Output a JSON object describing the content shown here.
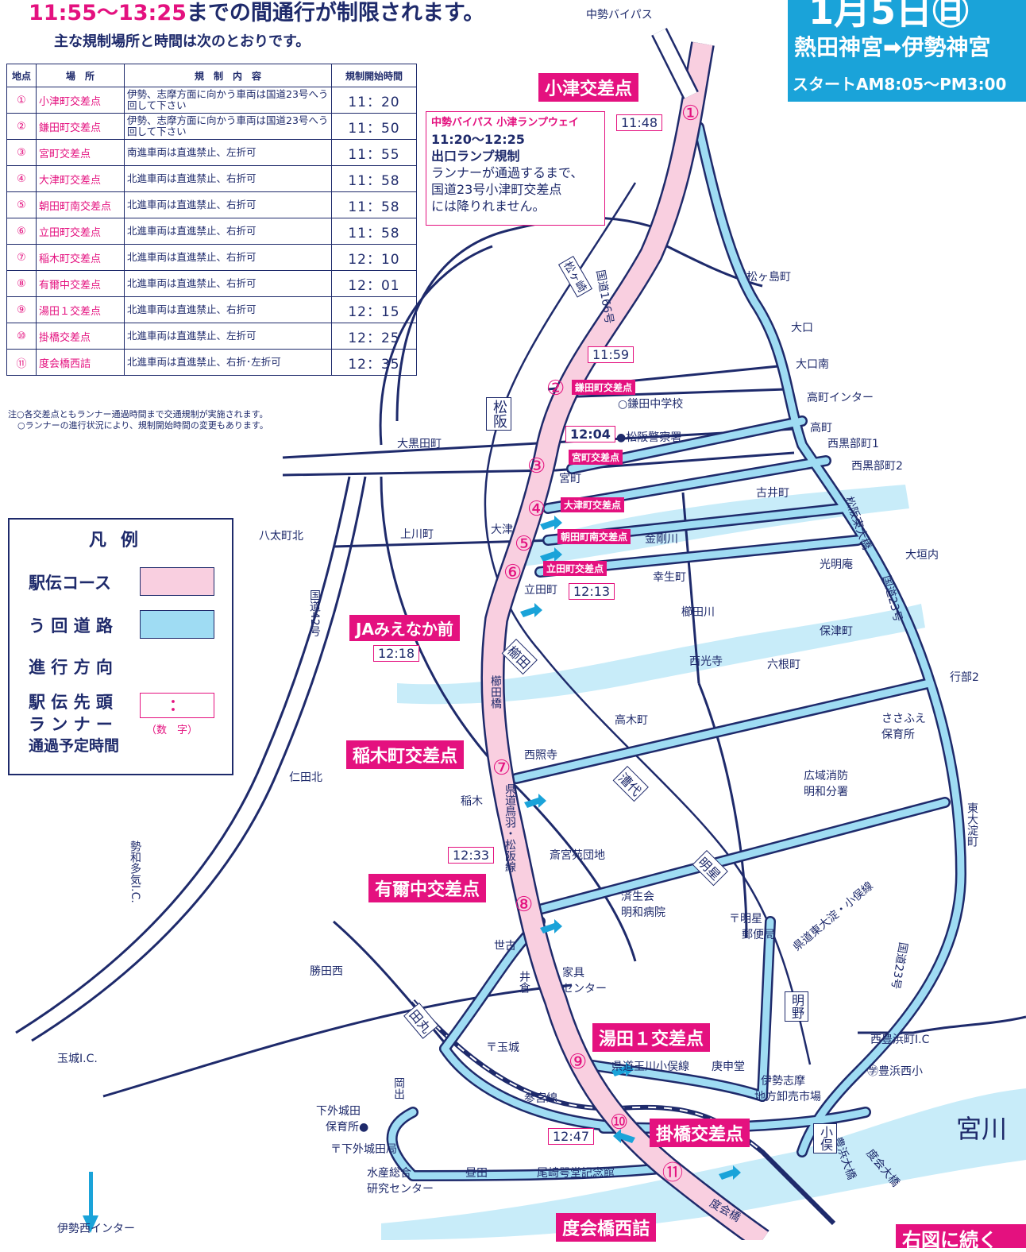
{
  "header": {
    "time_range": "11:55〜13:25",
    "headline_rest": "までの間通行が制限されます。",
    "subheading": "主な規制場所と時間は次のとおりです。"
  },
  "banner": {
    "date": "1月5日㊐",
    "route": "熱田神宮➡伊勢神宮",
    "start": "スタートAM8:05〜PM3:00"
  },
  "table": {
    "headers": [
      "地点",
      "場　所",
      "規　制　内　容",
      "規制開始時間"
    ],
    "rows": [
      {
        "no": "①",
        "place": "小津町交差点",
        "desc": "伊勢、志摩方面に向かう車両は国道23号へう回して下さい",
        "time": "11：20"
      },
      {
        "no": "②",
        "place": "鎌田町交差点",
        "desc": "伊勢、志摩方面に向かう車両は国道23号へう回して下さい",
        "time": "11：50"
      },
      {
        "no": "③",
        "place": "宮町交差点",
        "desc": "南進車両は直進禁止、左折可",
        "time": "11：55"
      },
      {
        "no": "④",
        "place": "大津町交差点",
        "desc": "北進車両は直進禁止、右折可",
        "time": "11：58"
      },
      {
        "no": "⑤",
        "place": "朝田町南交差点",
        "desc": "北進車両は直進禁止、右折可",
        "time": "11：58"
      },
      {
        "no": "⑥",
        "place": "立田町交差点",
        "desc": "北進車両は直進禁止、右折可",
        "time": "11：58"
      },
      {
        "no": "⑦",
        "place": "稲木町交差点",
        "desc": "北進車両は直進禁止、右折可",
        "time": "12：10"
      },
      {
        "no": "⑧",
        "place": "有爾中交差点",
        "desc": "北進車両は直進禁止、右折可",
        "time": "12：01"
      },
      {
        "no": "⑨",
        "place": "湯田１交差点",
        "desc": "北進車両は直進禁止、右折可",
        "time": "12：15"
      },
      {
        "no": "⑩",
        "place": "掛橋交差点",
        "desc": "北進車両は直進禁止、左折可",
        "time": "12：25"
      },
      {
        "no": "⑪",
        "place": "度会橋西詰",
        "desc": "北進車両は直進禁止、右折･左折可",
        "time": "12：35"
      }
    ]
  },
  "notes": [
    "注○各交差点ともランナー通過時間まで交通規制が実施されます。",
    "○ランナーの進行状況により、規制開始時間の変更もあります。"
  ],
  "legend": {
    "title": "凡例",
    "course": "駅伝コース",
    "detour": "う 回 道 路",
    "direction": "進 行 方 向",
    "runner_1": "駅 伝 先 頭",
    "runner_2": "ラ ン ナ ー",
    "runner_3": "通過予定時間",
    "time_sample": "：",
    "time_sample_caption": "（数　字）",
    "colors": {
      "course": "#f9cfe0",
      "detour": "#9fdcf3",
      "arrow": "#1e2a6b"
    }
  },
  "callout": {
    "title": "中勢バイパス 小津ランプウェイ",
    "time": "11:20〜12:25",
    "rule": "出口ランプ規制",
    "text_1": "ランナーが通過するまで、",
    "text_2": "国道23号小津町交差点",
    "text_3": "には降りれません。"
  },
  "markers": {
    "m1": "①",
    "m2": "②",
    "m3": "③",
    "m4": "④",
    "m5": "⑤",
    "m6": "⑥",
    "m7": "⑦",
    "m8": "⑧",
    "m9": "⑨",
    "m10": "⑩",
    "m11": "⑪"
  },
  "intersections": {
    "ozu": "小津交差点",
    "kamata": "鎌田町交差点",
    "miyamachi": "宮町交差点",
    "otsu": "大津町交差点",
    "asada": "朝田町南交差点",
    "tatsuta": "立田町交差点",
    "ja": "JAみえなか前",
    "inagi": "稲木町交差点",
    "uni": "有爾中交差点",
    "yuda": "湯田１交差点",
    "kakehashi": "掛橋交差点",
    "watarai": "度会橋西詰"
  },
  "times": {
    "t1": "11:48",
    "t2": "11:59",
    "t3": "12:04",
    "t4": "12:13",
    "t5": "12:18",
    "t6": "12:33",
    "t7": "12:47"
  },
  "places": {
    "chusei_bypass": "中勢バイパス",
    "matsugashima": "松ヶ島町",
    "oguchi": "大口",
    "oguchi_minami": "大口南",
    "takamachi_ic": "高町インター",
    "takamachi": "高町",
    "nishikurobe1": "西黒部町1",
    "nishikurobe2": "西黒部町2",
    "kamata_school": "○鎌田中学校",
    "police": "●松阪警察署",
    "okurodacho": "大黒田町",
    "miyamachi": "宮町",
    "furuimachi": "古井町",
    "matsusaka_higashi": "松阪東大橋",
    "ogaki": "大垣内",
    "yatachokita": "八太町北",
    "kamikawacho": "上川町",
    "otsu": "大津",
    "kongogawa": "金剛川",
    "koumyoan": "光明庵",
    "koyucho": "幸生町",
    "tatsutacho": "立田町",
    "kushidagawa": "櫛田川",
    "hotsucho": "保津町",
    "gyobu2": "行部2",
    "saikoji": "西光寺",
    "rokunecho": "六根町",
    "takagicho": "高木町",
    "sasafue_1": "ささふえ",
    "sasafue_2": "保育所",
    "koiki_1": "広域消防",
    "koiki_2": "明和分署",
    "nishiteruji": "西照寺",
    "nitakita": "仁田北",
    "inagi": "稲木",
    "saikuen": "斎宮苑団地",
    "saiseikai_1": "済生会",
    "saiseikai_2": "明和病院",
    "myojo_1": "〒明星",
    "myojo_2": "郵便局",
    "yodo_road": "県道東大淀・小俣線",
    "higashiyodo": "東大淀町",
    "seiwa_ic": "勢和多気I.C.",
    "katsudanishi": "勝田西",
    "seko": "世古",
    "ikura": "井倉",
    "kagu_1": "家具",
    "kagu_2": "センター",
    "tamaki_ic": "玉城I.C.",
    "tamaki_post": "〒玉城",
    "okade": "岡出",
    "shimogejo_1": "下外城田",
    "shimogejo_2": "保育所●",
    "shimogejo_post": "〒下外城田局",
    "suisan_1": "水産総合",
    "suisan_2": "研究センター",
    "hiruta": "昼田",
    "ozaki": "尾崎咢堂記念館",
    "tamagawa_road": "県道玉川小俣線",
    "koshindo": "庚申堂",
    "oroshi_1": "伊勢志摩",
    "oroshi_2": "地方卸売市場",
    "sangusen": "参宮線",
    "nishitoyohama_ic": "西豊浜町I.C",
    "toyohama_school": "㊫豊浜西小",
    "miyagawa": "宮川",
    "ise_nishi_ic": "伊勢西インター",
    "route23_ne": "国道23号",
    "route23_se": "国道23号",
    "route166": "国道166号",
    "route42": "国道42号",
    "kendo_toba": "県道鳥羽・松阪線",
    "kushidabashi": "櫛田橋",
    "wataraibashi": "度会橋",
    "nakatabashi": "豊浜大橋",
    "watarai_ohashi": "度会大橋",
    "st_matsugasaki": "松ヶ崎",
    "st_matsusaka": "松阪",
    "st_kushida": "櫛田",
    "st_kushiro": "漕代",
    "st_meisei": "明星",
    "st_myojo": "明野",
    "st_tamaru": "田丸",
    "st_obata": "小俣"
  },
  "continue_label": "右図に続く"
}
